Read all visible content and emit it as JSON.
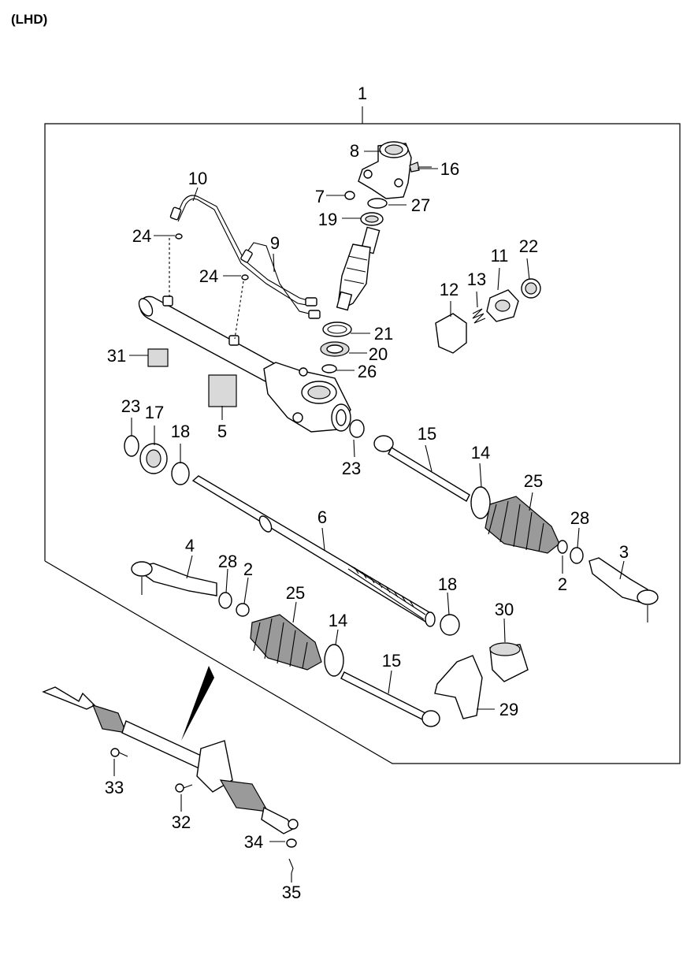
{
  "header": {
    "title": "(LHD)"
  },
  "callouts": {
    "c1": "1",
    "c2a": "2",
    "c2b": "2",
    "c3": "3",
    "c4": "4",
    "c5": "5",
    "c6": "6",
    "c7": "7",
    "c8": "8",
    "c9": "9",
    "c10": "10",
    "c11": "11",
    "c12": "12",
    "c13": "13",
    "c14a": "14",
    "c14b": "14",
    "c15a": "15",
    "c15b": "15",
    "c16": "16",
    "c17": "17",
    "c18a": "18",
    "c18b": "18",
    "c19": "19",
    "c20": "20",
    "c21": "21",
    "c22": "22",
    "c23a": "23",
    "c23b": "23",
    "c24a": "24",
    "c24b": "24",
    "c25a": "25",
    "c25b": "25",
    "c26": "26",
    "c27": "27",
    "c28a": "28",
    "c28b": "28",
    "c29": "29",
    "c30": "30",
    "c31": "31",
    "c32": "32",
    "c33": "33",
    "c34": "34",
    "c35": "35"
  }
}
